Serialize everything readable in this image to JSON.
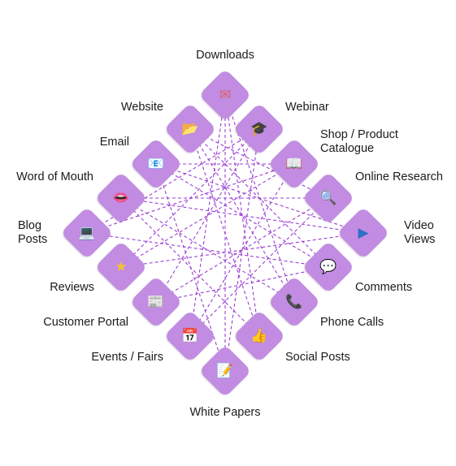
{
  "colors": {
    "tile_fill": "#c18ce1",
    "link_stroke": "#9a3fd3",
    "label_text": "#1b1b1b"
  },
  "nodes": [
    {
      "id": "downloads",
      "label": "Downloads",
      "icon": "envelope-icon",
      "glyph": "✉",
      "glyph_color": "#d86464"
    },
    {
      "id": "webinar",
      "label": "Webinar",
      "icon": "graduation-cap-icon",
      "glyph": "🎓",
      "glyph_color": "#222222"
    },
    {
      "id": "shop",
      "label": "Shop / Product Catalogue",
      "icon": "open-book-icon",
      "glyph": "📖",
      "glyph_color": "#3a3a3a"
    },
    {
      "id": "online-research",
      "label": "Online Research",
      "icon": "magnifier-icon",
      "glyph": "🔍",
      "glyph_color": "#3a3a3a"
    },
    {
      "id": "video-views",
      "label": "Video Views",
      "icon": "play-button-icon",
      "glyph": "▶",
      "glyph_color": "#2f6fc9"
    },
    {
      "id": "comments",
      "label": "Comments",
      "icon": "speech-bubble-icon",
      "glyph": "💬",
      "glyph_color": "#ffffff"
    },
    {
      "id": "phone-calls",
      "label": "Phone Calls",
      "icon": "telephone-icon",
      "glyph": "📞",
      "glyph_color": "#2b2b2b"
    },
    {
      "id": "social-posts",
      "label": "Social Posts",
      "icon": "thumbs-up-icon",
      "glyph": "👍",
      "glyph_color": "#e8b93b"
    },
    {
      "id": "white-papers",
      "label": "White Papers",
      "icon": "memo-icon",
      "glyph": "📝",
      "glyph_color": "#7a7a7a"
    },
    {
      "id": "events-fairs",
      "label": "Events / Fairs",
      "icon": "calendar-icon",
      "glyph": "📅",
      "glyph_color": "#c0392b"
    },
    {
      "id": "customer-portal",
      "label": "Customer Portal",
      "icon": "newspaper-icon",
      "glyph": "📰",
      "glyph_color": "#555555"
    },
    {
      "id": "reviews",
      "label": "Reviews",
      "icon": "star-icon",
      "glyph": "★",
      "glyph_color": "#f3c234"
    },
    {
      "id": "blog-posts",
      "label": "Blog Posts",
      "icon": "laptop-icon",
      "glyph": "💻",
      "glyph_color": "#3a3a3a"
    },
    {
      "id": "word-of-mouth",
      "label": "Word of Mouth",
      "icon": "lips-icon",
      "glyph": "👄",
      "glyph_color": "#d0304f"
    },
    {
      "id": "email",
      "label": "Email",
      "icon": "email-icon",
      "glyph": "📧",
      "glyph_color": "#2f6fc9"
    },
    {
      "id": "website",
      "label": "Website",
      "icon": "folder-icon",
      "glyph": "📂",
      "glyph_color": "#2f6fc9"
    }
  ],
  "links": [
    [
      "downloads",
      "phone-calls"
    ],
    [
      "downloads",
      "events-fairs"
    ],
    [
      "downloads",
      "social-posts"
    ],
    [
      "webinar",
      "white-papers"
    ],
    [
      "webinar",
      "blog-posts"
    ],
    [
      "webinar",
      "customer-portal"
    ],
    [
      "website",
      "social-posts"
    ],
    [
      "website",
      "phone-calls"
    ],
    [
      "website",
      "online-research"
    ],
    [
      "email",
      "video-views"
    ],
    [
      "email",
      "comments"
    ],
    [
      "email",
      "white-papers"
    ],
    [
      "word-of-mouth",
      "online-research"
    ],
    [
      "word-of-mouth",
      "video-views"
    ],
    [
      "word-of-mouth",
      "social-posts"
    ],
    [
      "blog-posts",
      "shop"
    ],
    [
      "blog-posts",
      "comments"
    ],
    [
      "reviews",
      "shop"
    ],
    [
      "reviews",
      "video-views"
    ],
    [
      "reviews",
      "webinar"
    ],
    [
      "customer-portal",
      "online-research"
    ],
    [
      "customer-portal",
      "comments"
    ],
    [
      "events-fairs",
      "shop"
    ],
    [
      "events-fairs",
      "online-research"
    ],
    [
      "white-papers",
      "downloads"
    ],
    [
      "phone-calls",
      "word-of-mouth"
    ],
    [
      "comments",
      "website"
    ],
    [
      "shop",
      "email"
    ]
  ]
}
